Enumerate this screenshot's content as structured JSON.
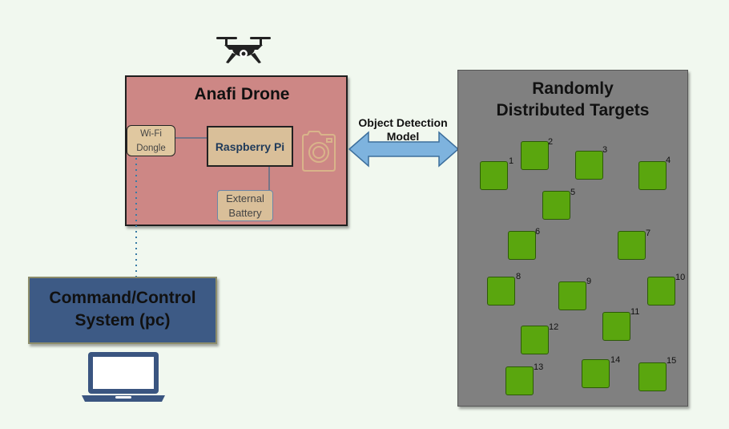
{
  "drone": {
    "title": "Anafi Drone",
    "wifi_line1": "Wi-Fi",
    "wifi_line2": "Dongle",
    "raspberry_pi": "Raspberry Pi",
    "battery_line1": "External",
    "battery_line2": "Battery"
  },
  "command": {
    "line1": "Command/Control",
    "line2": "System (pc)"
  },
  "link": {
    "line1": "Object Detection",
    "line2": "Model"
  },
  "targets": {
    "title_line1": "Randomly",
    "title_line2": "Distributed Targets",
    "labels": [
      "1",
      "2",
      "3",
      "4",
      "5",
      "6",
      "7",
      "8",
      "9",
      "10",
      "11",
      "12",
      "13",
      "14",
      "15"
    ]
  },
  "icons": [
    "drone-icon",
    "camera-icon",
    "laptop-icon"
  ],
  "colors": {
    "background": "#f1f8ef",
    "drone_box": "#cd8785",
    "command_box": "#3d5a85",
    "targets_panel": "#808080",
    "target": "#5aa60e",
    "arrow": "#7eb3de"
  }
}
